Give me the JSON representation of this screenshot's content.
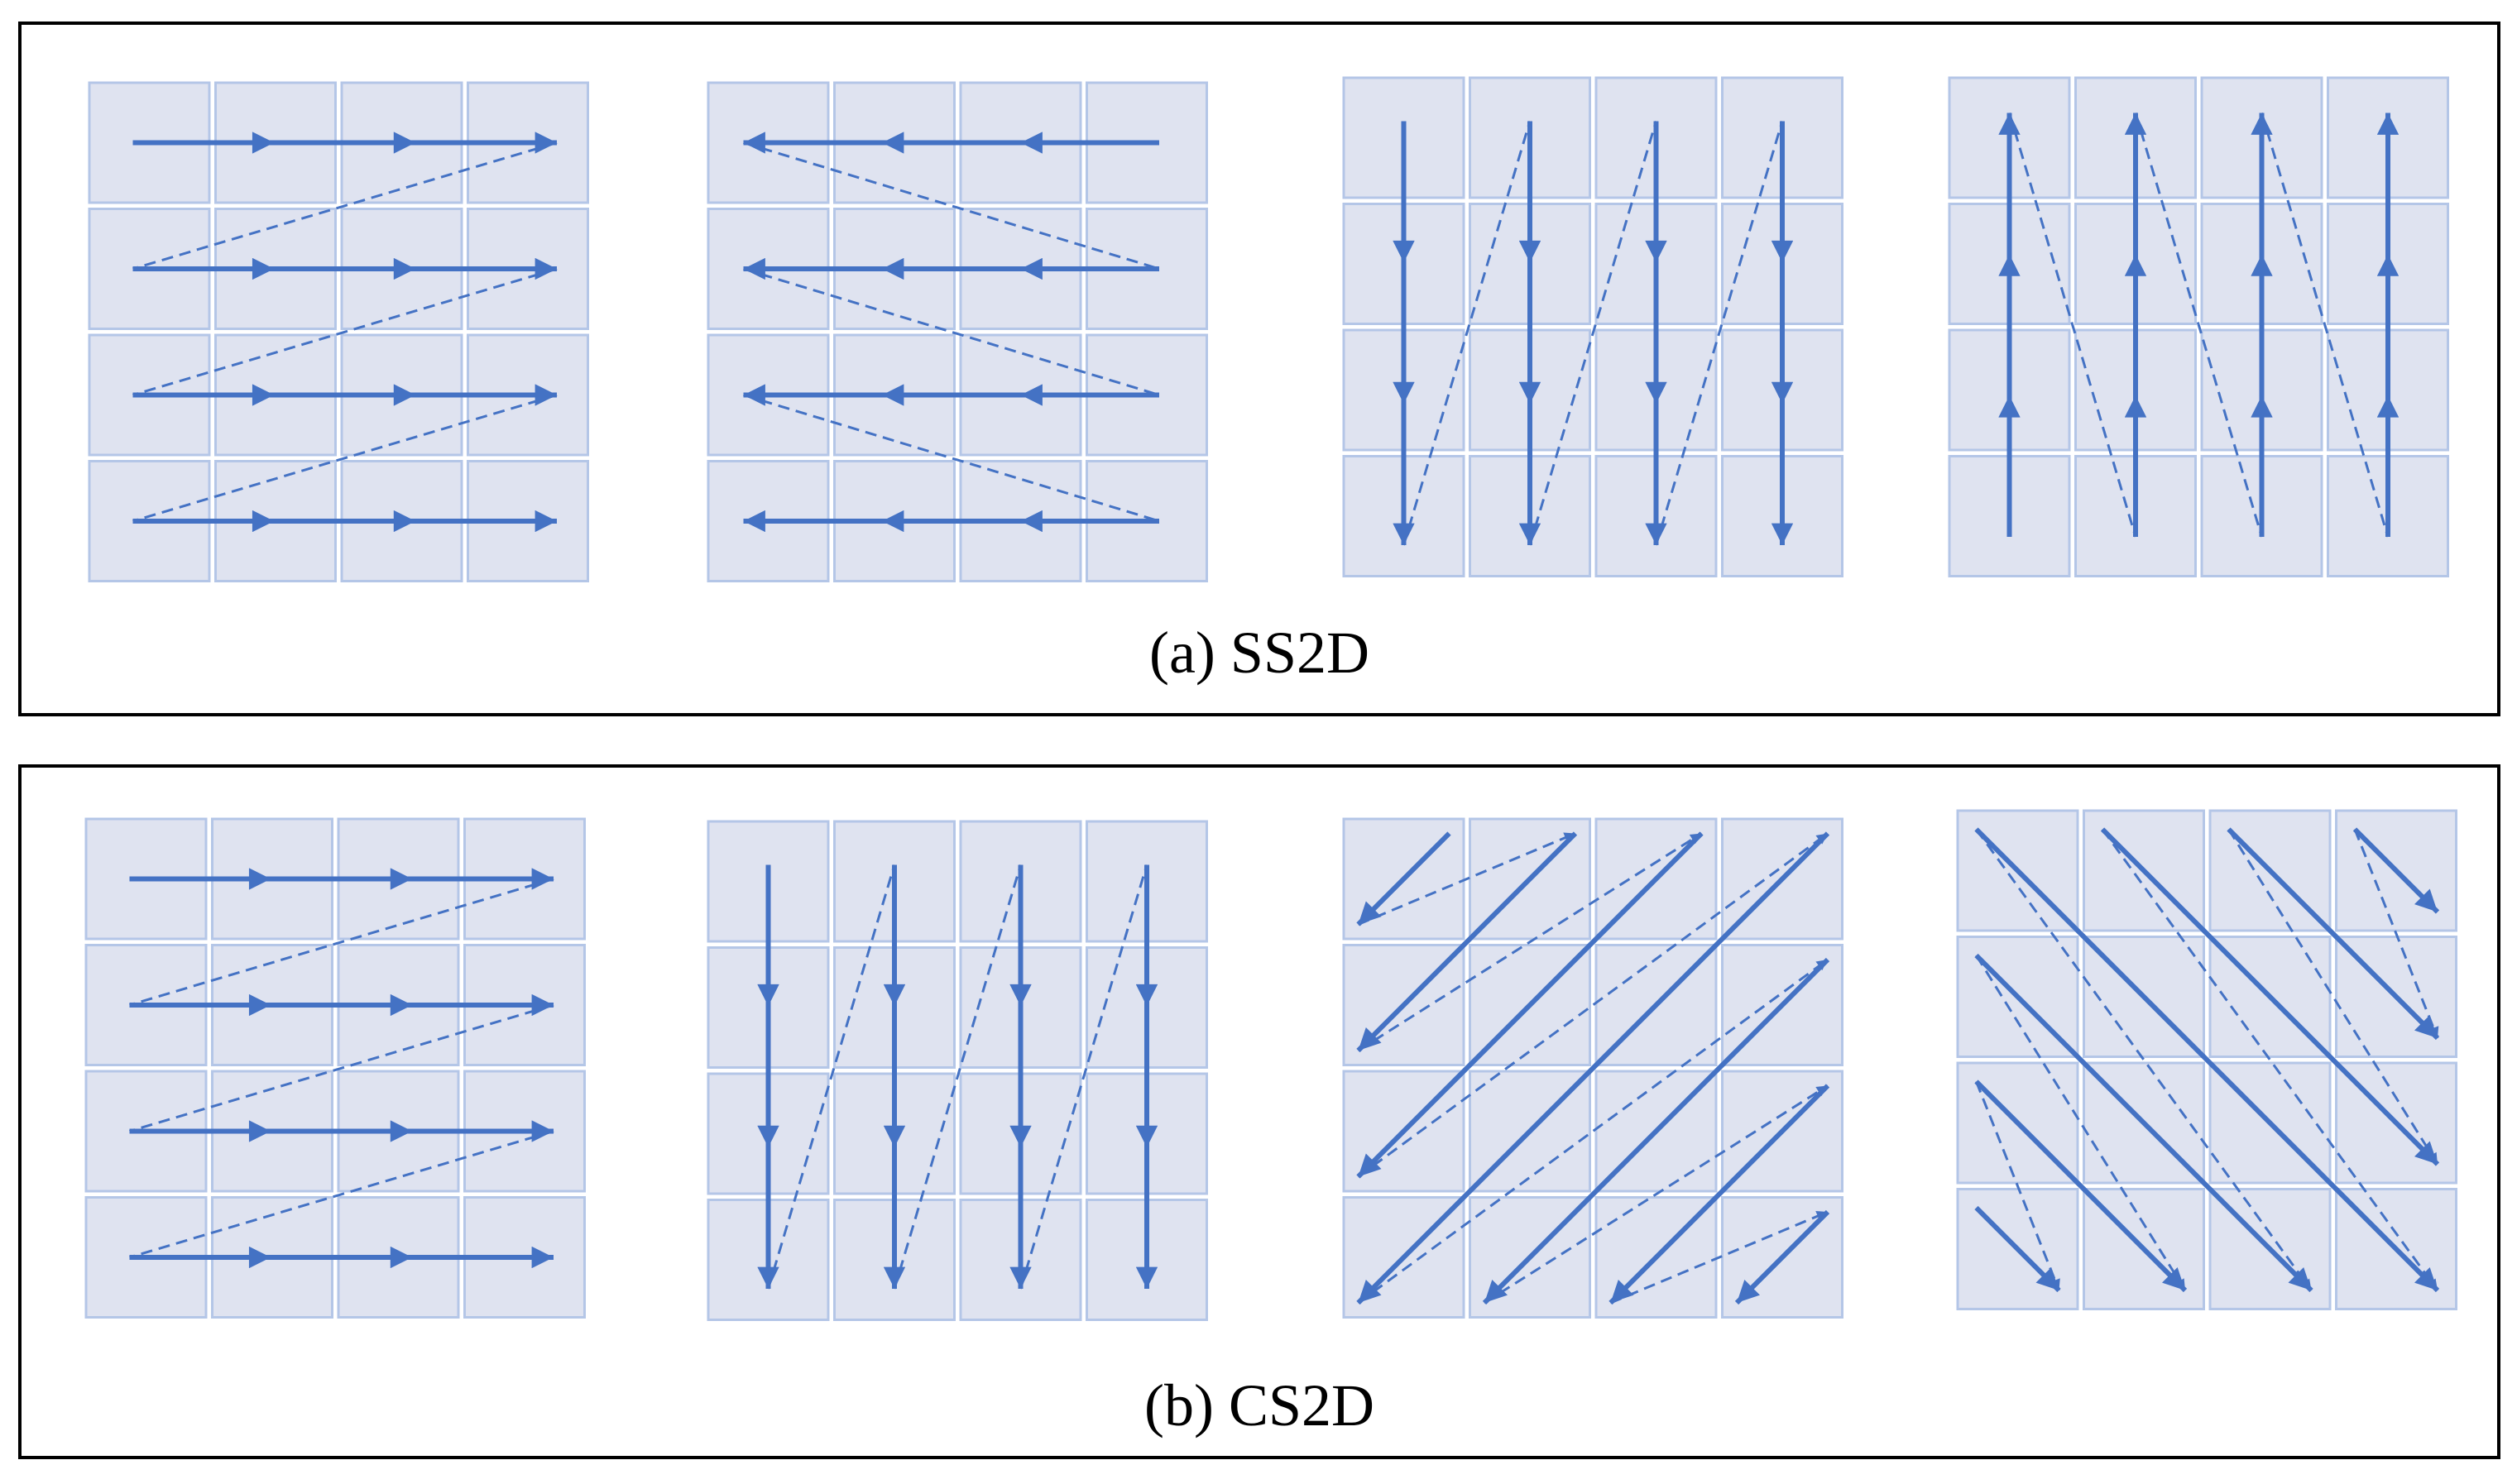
{
  "captions": {
    "ss2d": "(a)  SS2D",
    "cs2d": "(b)  CS2D"
  },
  "colors": {
    "cell_fill": "#dfe3f0",
    "cell_stroke": "#b4c6e7",
    "arrow": "#4472c4",
    "frame": "#000000"
  },
  "icons": {
    "solid_arrow": "solid-arrow-icon",
    "dashed_connector": "dashed-connector"
  },
  "grid": {
    "rows": 4,
    "cols": 4
  },
  "scans": {
    "ss2d": [
      "horizontal-forward",
      "horizontal-backward",
      "vertical-forward",
      "vertical-backward"
    ],
    "cs2d": [
      "horizontal-forward",
      "vertical-forward",
      "anti-diagonal",
      "main-diagonal"
    ]
  }
}
